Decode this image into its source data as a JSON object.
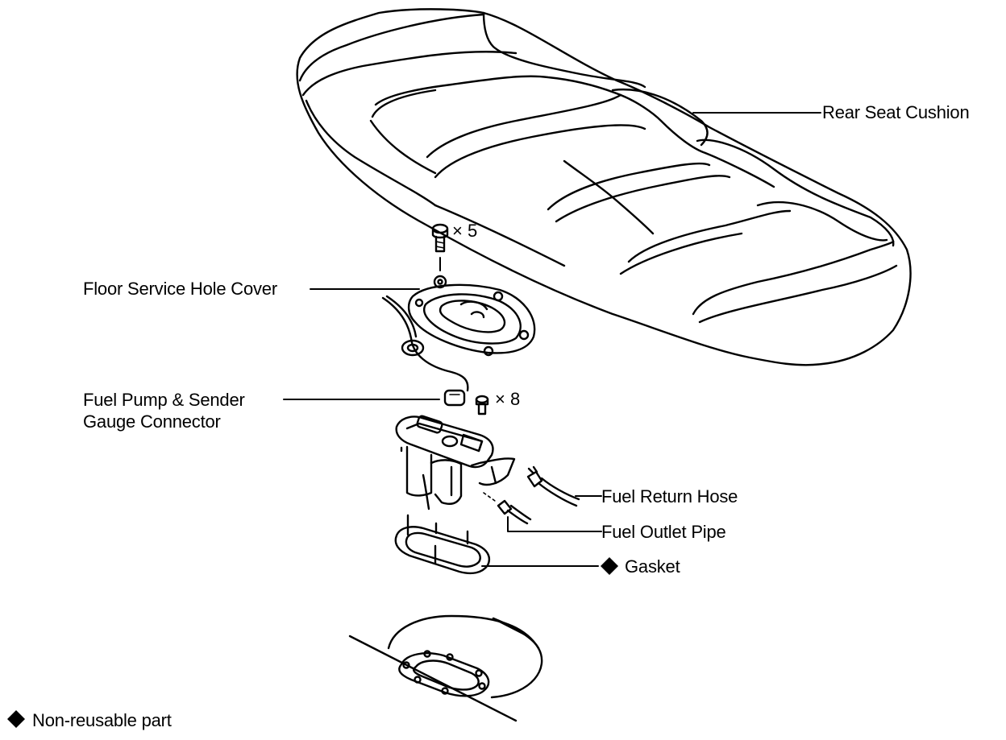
{
  "labels": {
    "rear_seat_cushion": "Rear Seat Cushion",
    "floor_service_hole_cover": "Floor Service Hole Cover",
    "fuel_pump_connector_line1": "Fuel Pump & Sender",
    "fuel_pump_connector_line2": "Gauge Connector",
    "fuel_return_hose": "Fuel Return Hose",
    "fuel_outlet_pipe": "Fuel Outlet Pipe",
    "gasket": "Gasket"
  },
  "quantities": {
    "cover_screws": "× 5",
    "pump_bolts": "× 8"
  },
  "legend": {
    "symbol": "◆",
    "text": "Non-reusable part"
  },
  "gasket_marker": "◆",
  "icons": {
    "non_reusable": "diamond-icon",
    "screw": "screw-icon"
  }
}
